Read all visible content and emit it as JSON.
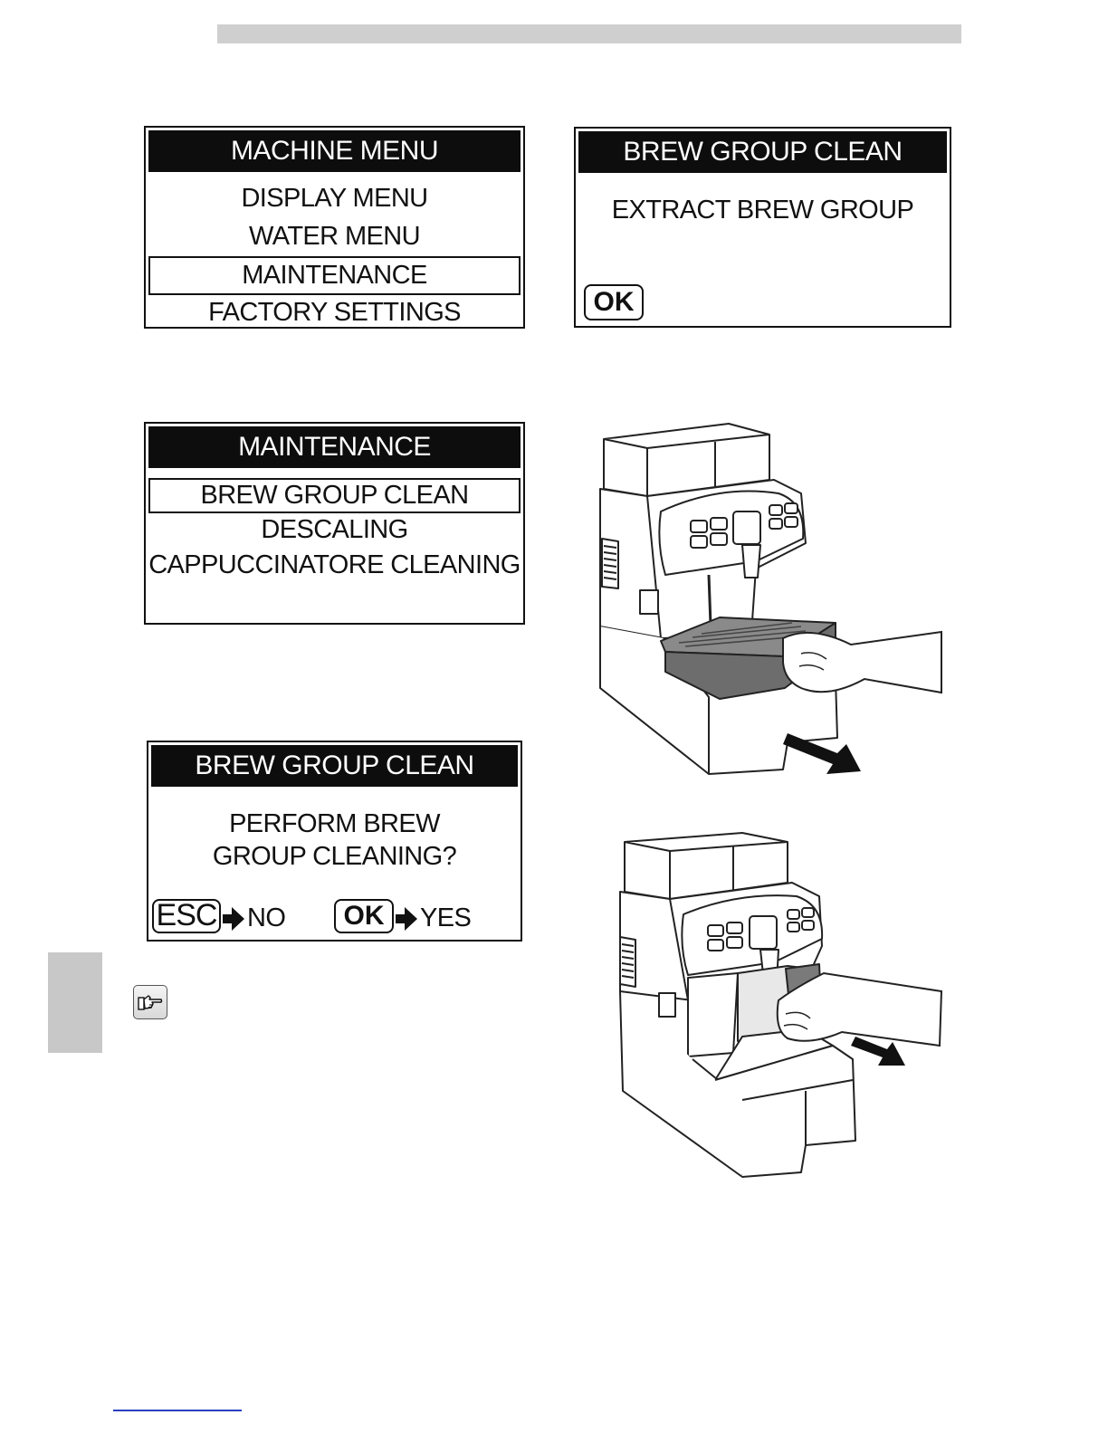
{
  "screen1": {
    "title": "MACHINE MENU",
    "items": [
      "DISPLAY MENU",
      "WATER MENU",
      "MAINTENANCE",
      "FACTORY SETTINGS"
    ]
  },
  "screen2": {
    "title": "BREW GROUP CLEAN",
    "message": "EXTRACT BREW GROUP",
    "ok_label": "OK"
  },
  "screen3": {
    "title": "MAINTENANCE",
    "items": [
      "BREW GROUP CLEAN",
      "DESCALING",
      "CAPPUCCINATORE CLEANING"
    ]
  },
  "screen4": {
    "title": "BREW GROUP CLEAN",
    "message_line1": "PERFORM BREW",
    "message_line2": "GROUP CLEANING?",
    "esc_label": "ESC",
    "no_label": "NO",
    "ok_label": "OK",
    "yes_label": "YES"
  },
  "icons": {
    "note": "pointing-hand-icon",
    "arrow": "arrow-right-icon"
  }
}
